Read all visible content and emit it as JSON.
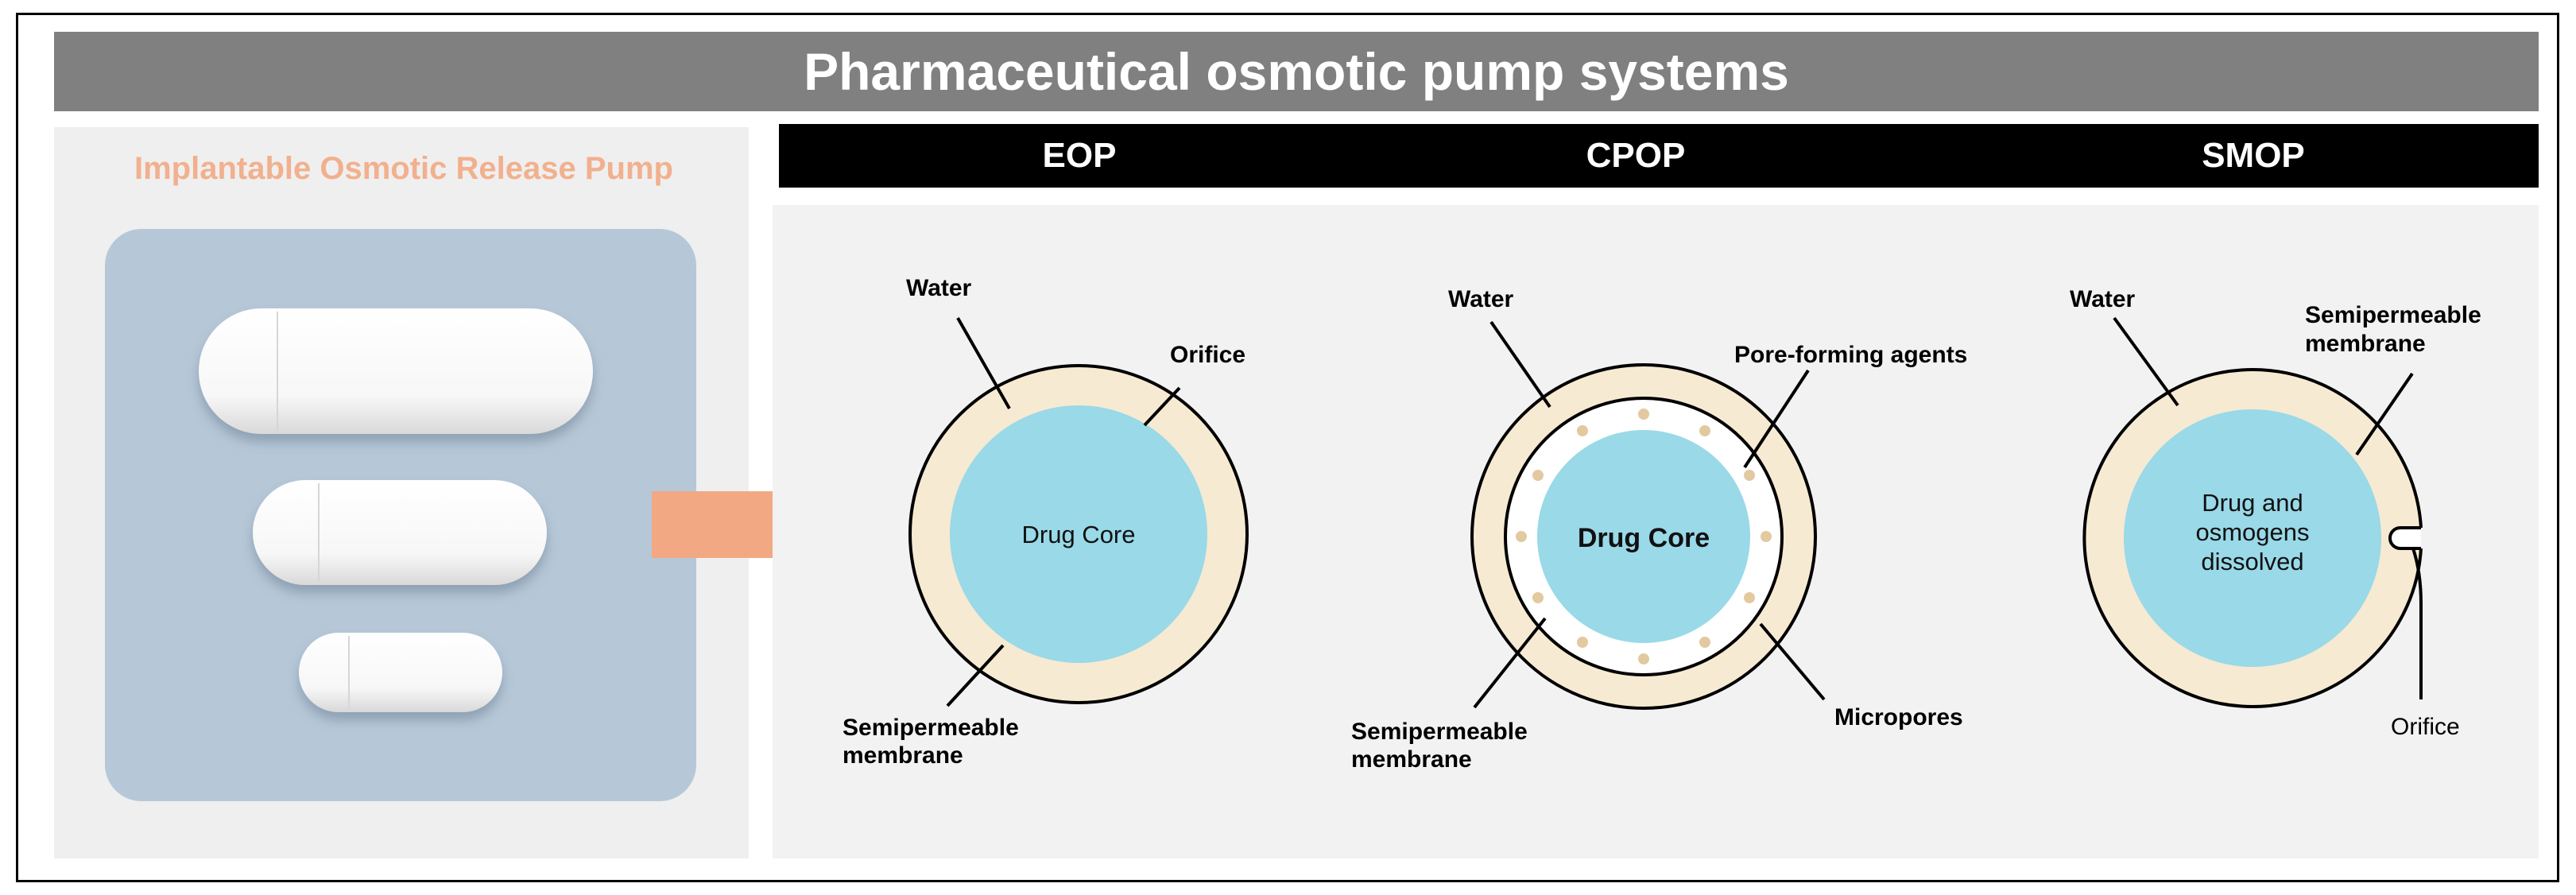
{
  "title": "Pharmaceutical osmotic pump systems",
  "left_panel": {
    "title": "Implantable Osmotic Release Pump"
  },
  "headers": [
    "EOP",
    "CPOP",
    "SMOP"
  ],
  "colors": {
    "title_bar": "#808080",
    "header_bar": "#000000",
    "accent_orange": "#f2a983",
    "card_blue": "#b6c8d8",
    "coating": "#f6ead2",
    "drug_core": "#99d9e8",
    "pore_dot": "#e3c9a0"
  },
  "eop": {
    "core": "Drug Core",
    "water": "Water",
    "orifice": "Orifice",
    "membrane_line1": "Semipermeable",
    "membrane_line2": "membrane"
  },
  "cpop": {
    "core": "Drug Core",
    "water": "Water",
    "pore_agents": "Pore-forming agents",
    "micropores": "Micropores",
    "membrane_line1": "Semipermeable",
    "membrane_line2": "membrane"
  },
  "smop": {
    "core_line1": "Drug and",
    "core_line2": "osmogens",
    "core_line3": "dissolved",
    "water": "Water",
    "membrane_line1": "Semipermeable",
    "membrane_line2": "membrane",
    "orifice": "Orifice"
  }
}
